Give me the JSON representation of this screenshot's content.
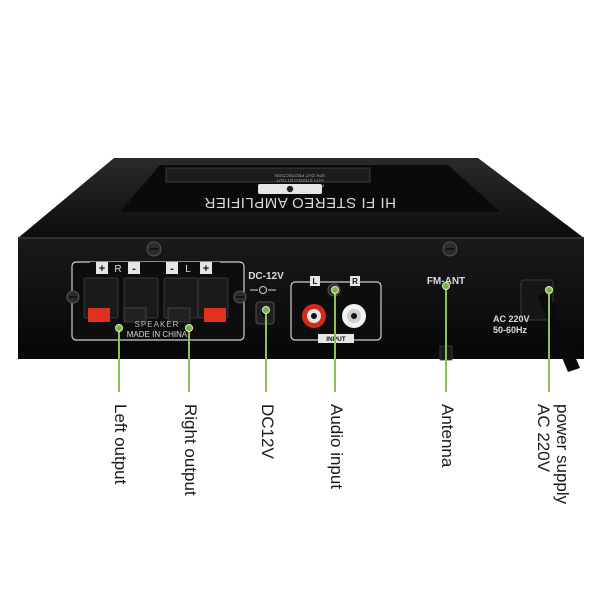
{
  "device": {
    "top_label": "HI FI STEREO AMPLIFIER",
    "top_small_text": [
      "POWER DC 12V INPUT",
      "HI FI STEREO BT OUT",
      "SPK OUT PROTECTION"
    ],
    "speaker_plus": "+",
    "speaker_minus": "-",
    "speaker_r": "R",
    "speaker_l": "L",
    "speaker_text": "SPEAKER",
    "made_in": "MADE IN CHINA",
    "dc_label": "DC-12V",
    "input_l": "L",
    "input_r": "R",
    "input_label": "INPUT",
    "fm_label": "FM-ANT",
    "ac_label_1": "AC 220V",
    "ac_label_2": "50-60Hz"
  },
  "callouts": [
    {
      "id": "left-output",
      "lines": [
        "Left output"
      ]
    },
    {
      "id": "right-output",
      "lines": [
        "Right output"
      ]
    },
    {
      "id": "dc12v",
      "lines": [
        "DC12V"
      ]
    },
    {
      "id": "audio-input",
      "lines": [
        "Audio input"
      ]
    },
    {
      "id": "antenna",
      "lines": [
        "Antenna"
      ]
    },
    {
      "id": "power-supply",
      "lines": [
        "power supply",
        "AC 220V"
      ]
    }
  ],
  "colors": {
    "callout_line": "#8fbf5a",
    "callout_dot": "#7bb045",
    "chassis": "#111111",
    "terminal_red": "#e0301e",
    "rca_red": "#d42a1e",
    "rca_white": "#f2f2f2"
  }
}
